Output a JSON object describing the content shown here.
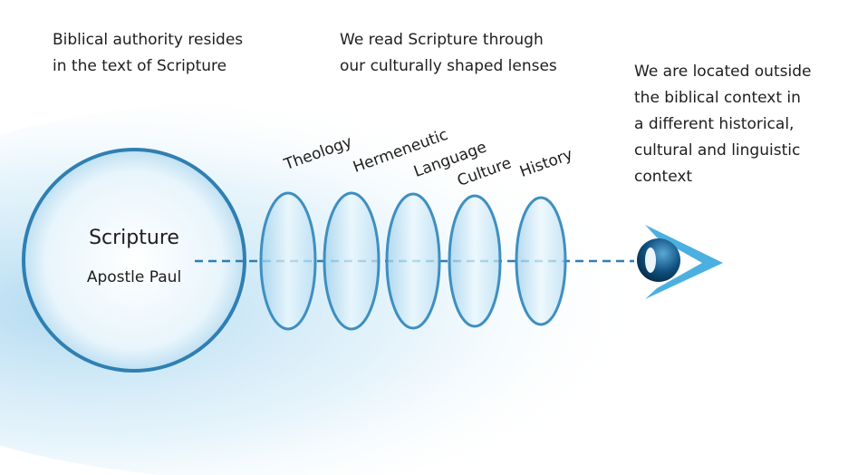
{
  "captions": {
    "authority": [
      "Biblical authority resides",
      "in the text of Scripture"
    ],
    "lenses": [
      "We read Scripture through",
      "our culturally shaped lenses"
    ],
    "location": [
      "We are located outside",
      "the biblical context in",
      "a different historical,",
      "cultural and linguistic",
      "context"
    ]
  },
  "scripture": {
    "title": "Scripture",
    "subtitle": "Apostle Paul"
  },
  "lens_labels": [
    "Theology",
    "Hermeneutic",
    "Language",
    "Culture",
    "History"
  ],
  "colors": {
    "accent": "#2f7fb3",
    "glow": "#bfe0f2"
  }
}
